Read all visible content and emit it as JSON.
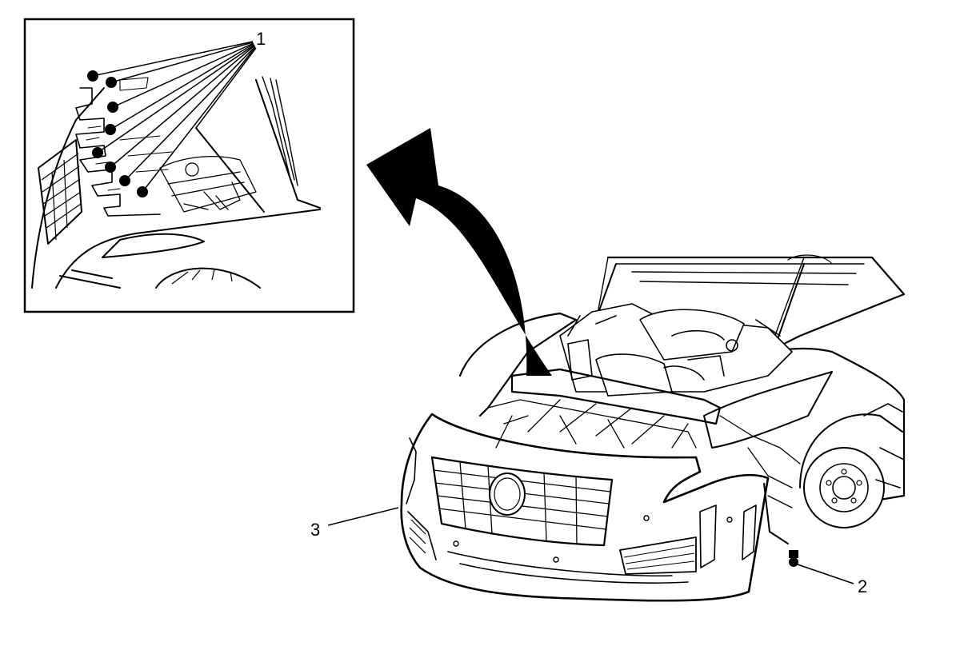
{
  "diagram": {
    "callouts": [
      {
        "id": "1",
        "label": "1"
      },
      {
        "id": "2",
        "label": "2"
      },
      {
        "id": "3",
        "label": "3"
      }
    ],
    "colors": {
      "line": "#000000",
      "background": "#ffffff",
      "fill_light": "#f2f2f2"
    }
  }
}
